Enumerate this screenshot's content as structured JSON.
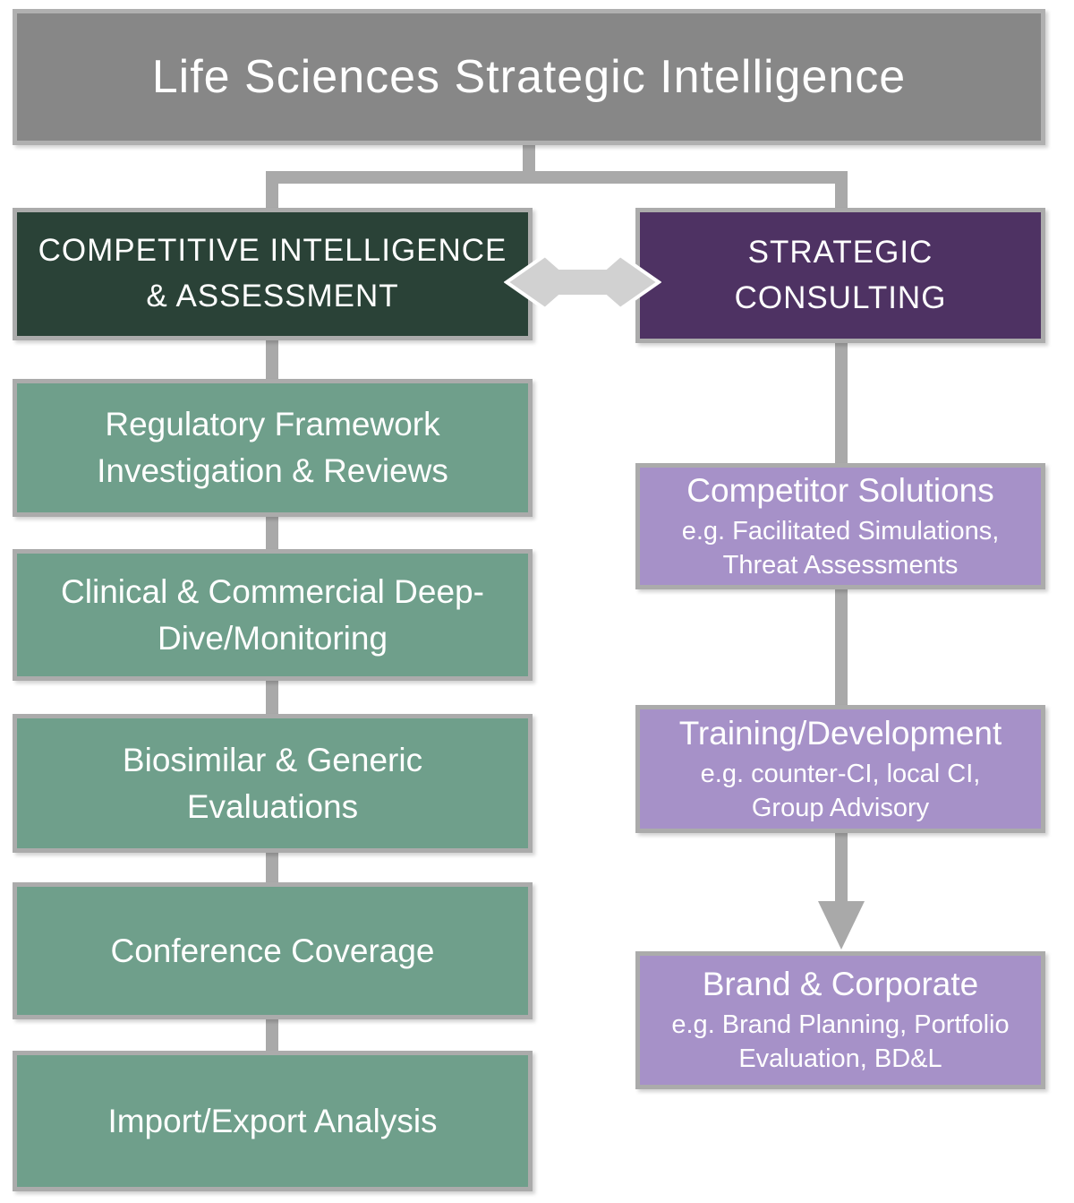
{
  "title": "Life Sciences Strategic Intelligence",
  "colors": {
    "title_bg": "#878787",
    "connector": "#a9a9a9",
    "left_header_bg": "#2a4237",
    "right_header_bg": "#4e3263",
    "left_item_bg": "#6f9f8b",
    "right_item_bg": "#a691c8",
    "arrow_fill": "#d1d1d1",
    "text": "#ffffff"
  },
  "left_branch": {
    "header": "COMPETITIVE INTELLIGENCE\n& ASSESSMENT",
    "items": [
      "Regulatory Framework\nInvestigation & Reviews",
      "Clinical & Commercial Deep-\nDive/Monitoring",
      "Biosimilar & Generic\nEvaluations",
      "Conference Coverage",
      "Import/Export Analysis"
    ]
  },
  "right_branch": {
    "header": "STRATEGIC\nCONSULTING",
    "items": [
      {
        "title": "Competitor Solutions",
        "subtitle": "e.g. Facilitated Simulations,\nThreat Assessments"
      },
      {
        "title": "Training/Development",
        "subtitle": "e.g. counter-CI, local CI,\nGroup Advisory"
      },
      {
        "title": "Brand & Corporate",
        "subtitle": "e.g. Brand Planning, Portfolio\nEvaluation, BD&L"
      }
    ]
  }
}
